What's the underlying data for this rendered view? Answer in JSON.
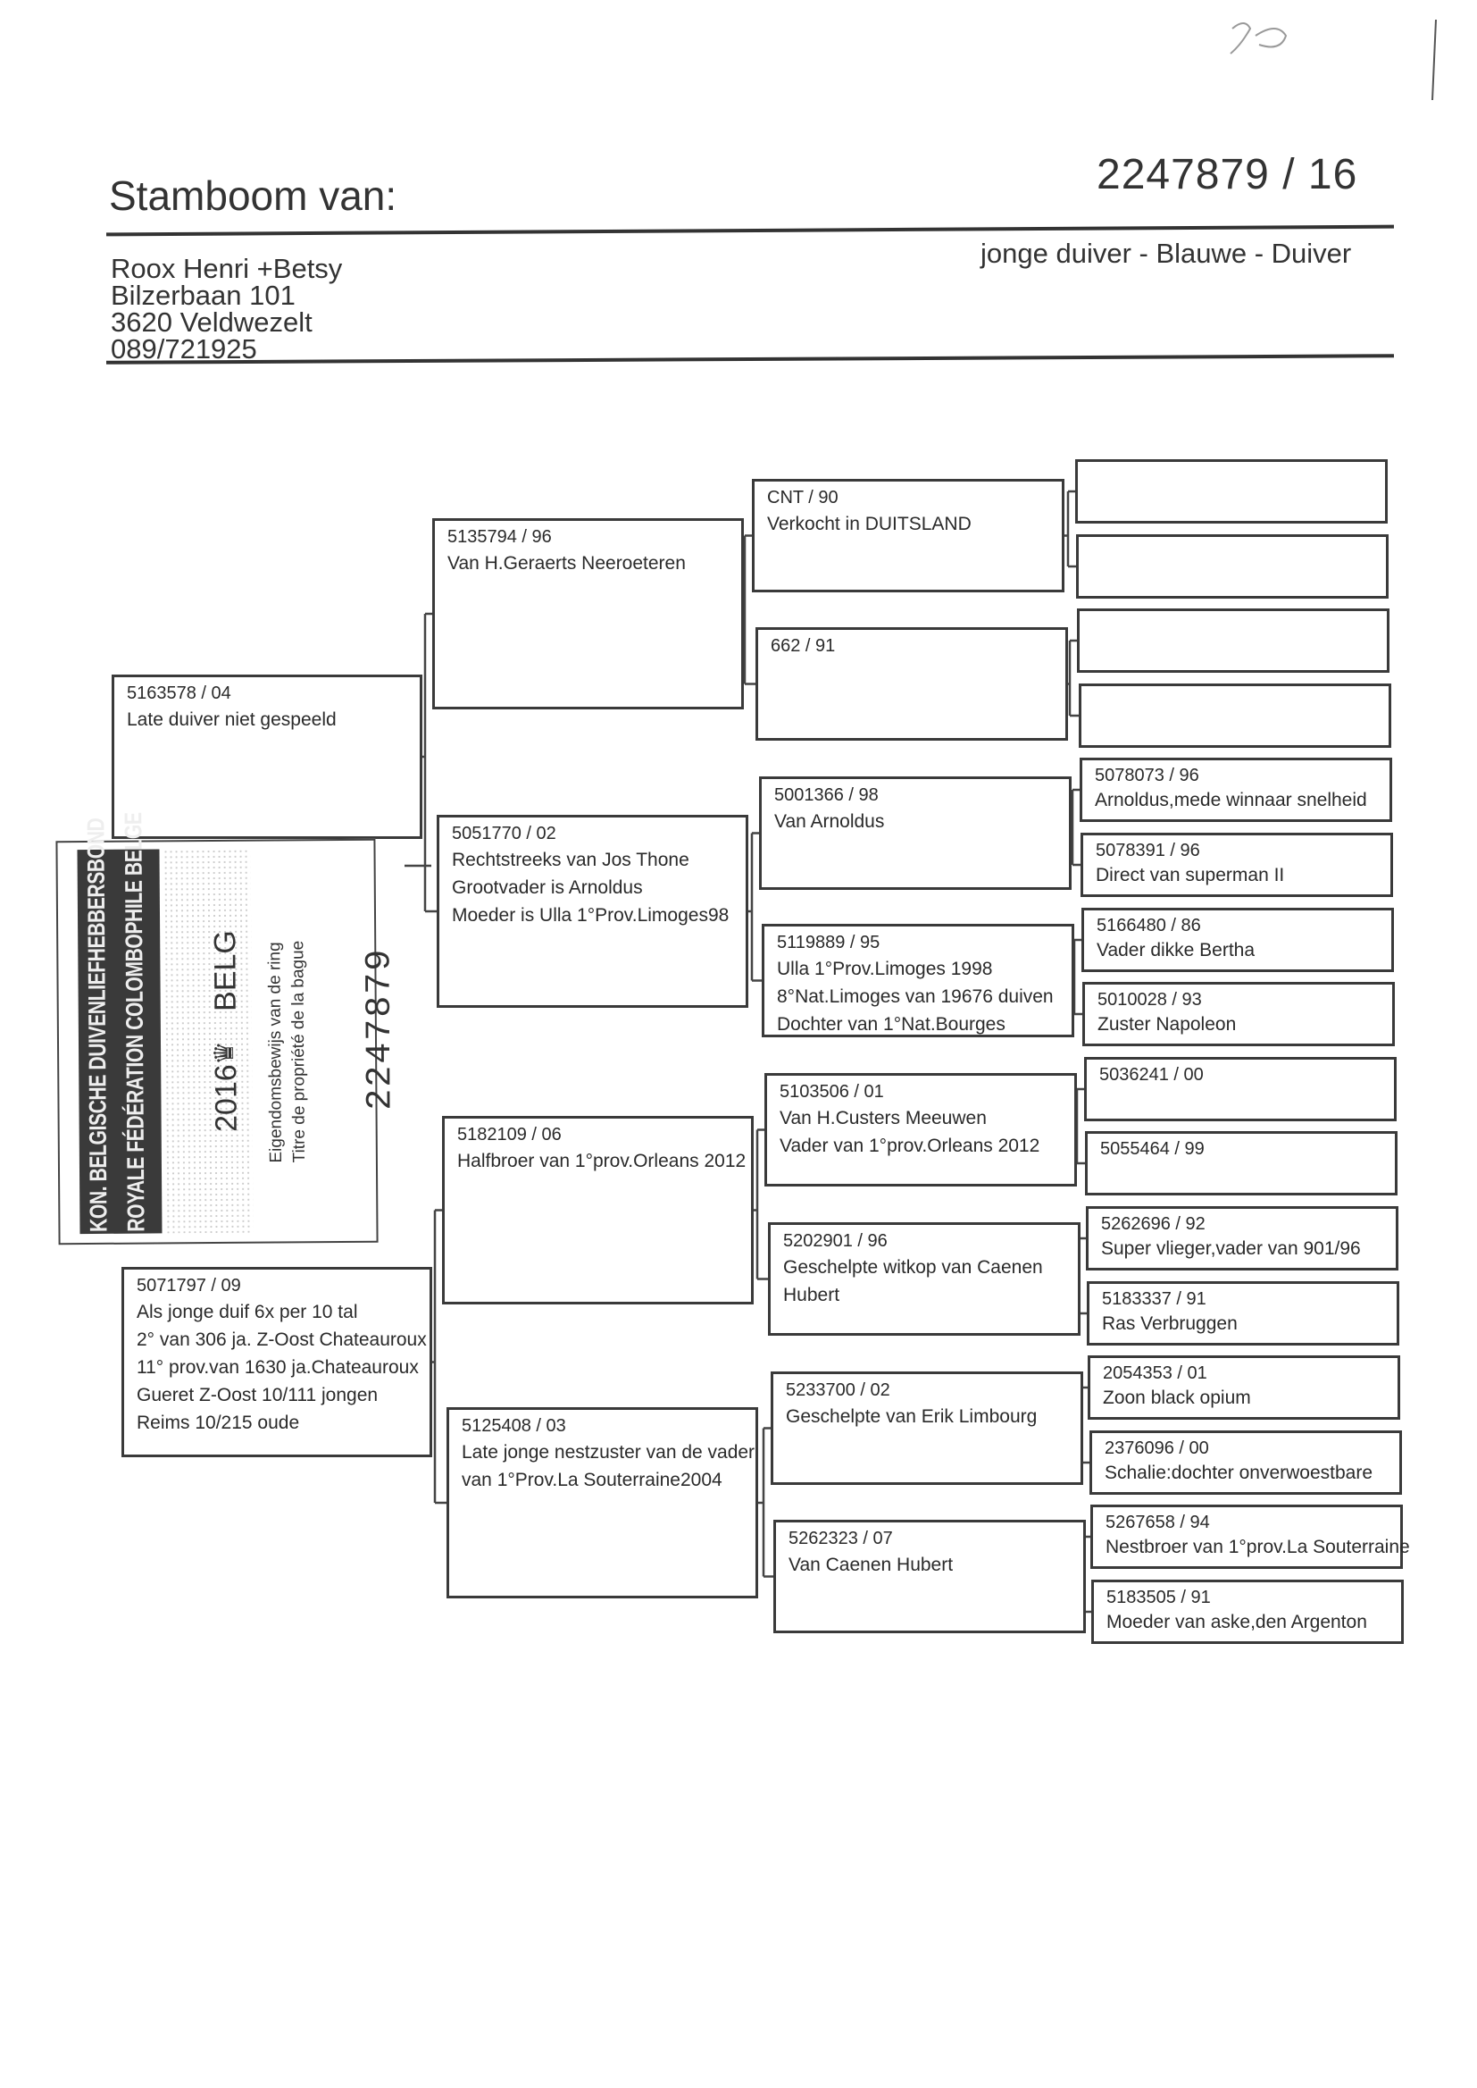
{
  "header": {
    "title": "Stamboom van:",
    "ring_number": "2247879 / 16",
    "description": "jonge duiver - Blauwe - Duiver"
  },
  "owner": {
    "lines": [
      "Roox Henri +Betsy",
      "Bilzerbaan 101",
      "3620 Veldwezelt",
      "089/721925"
    ]
  },
  "ring_card": {
    "federation_nl": "KON. BELGISCHE DUIVENLIEFHEBBERSBOND",
    "federation_fr": "ROYALE FÉDÉRATION COLOMBOPHILE BELGE",
    "year": "2016",
    "country": "BELG",
    "emblem_icon": "crown-icon",
    "title_nl": "Eigendomsbewijs van de ring",
    "title_fr": "Titre de propriété de la bague",
    "number": "2247879"
  },
  "pedigree": {
    "parents": [
      {
        "ring": "5163578 / 04",
        "lines": [
          "Late duiver niet gespeeld"
        ]
      },
      {
        "ring": "5071797 / 09",
        "lines": [
          "Als jonge duif 6x per 10 tal",
          "2° van 306 ja. Z-Oost Chateauroux",
          "11° prov.van 1630 ja.Chateauroux",
          "Gueret Z-Oost 10/111 jongen",
          "Reims 10/215 oude"
        ]
      }
    ],
    "grandparents": [
      {
        "ring": "5135794 / 96",
        "lines": [
          "Van H.Geraerts Neeroeteren"
        ]
      },
      {
        "ring": "5051770 / 02",
        "lines": [
          "Rechtstreeks van Jos Thone",
          "Grootvader is Arnoldus",
          "Moeder is Ulla 1°Prov.Limoges98"
        ]
      },
      {
        "ring": "5182109 / 06",
        "lines": [
          "Halfbroer van 1°prov.Orleans 2012"
        ]
      },
      {
        "ring": "5125408 / 03",
        "lines": [
          "Late jonge nestzuster van de vader",
          "van 1°Prov.La Souterraine2004"
        ]
      }
    ],
    "great_grandparents": [
      {
        "ring": "CNT / 90",
        "lines": [
          "Verkocht in DUITSLAND"
        ]
      },
      {
        "ring": "662 / 91",
        "lines": []
      },
      {
        "ring": "5001366 / 98",
        "lines": [
          "Van Arnoldus"
        ]
      },
      {
        "ring": "5119889 / 95",
        "lines": [
          "Ulla 1°Prov.Limoges 1998",
          "8°Nat.Limoges van 19676 duiven",
          "Dochter van 1°Nat.Bourges"
        ]
      },
      {
        "ring": "5103506 / 01",
        "lines": [
          "Van H.Custers Meeuwen",
          "Vader van 1°prov.Orleans 2012"
        ]
      },
      {
        "ring": "5202901 / 96",
        "lines": [
          "Geschelpte witkop van Caenen",
          "Hubert"
        ]
      },
      {
        "ring": "5233700 / 02",
        "lines": [
          "Geschelpte van Erik Limbourg"
        ]
      },
      {
        "ring": "5262323 / 07",
        "lines": [
          "Van Caenen Hubert"
        ]
      }
    ],
    "great_great_grandparents": [
      {
        "ring": "",
        "lines": []
      },
      {
        "ring": "",
        "lines": []
      },
      {
        "ring": "",
        "lines": []
      },
      {
        "ring": "",
        "lines": []
      },
      {
        "ring": "5078073 / 96",
        "lines": [
          "Arnoldus,mede winnaar snelheid"
        ]
      },
      {
        "ring": "5078391 / 96",
        "lines": [
          "Direct van superman II"
        ]
      },
      {
        "ring": "5166480 / 86",
        "lines": [
          "Vader dikke Bertha"
        ]
      },
      {
        "ring": "5010028 / 93",
        "lines": [
          "Zuster Napoleon"
        ]
      },
      {
        "ring": "5036241 / 00",
        "lines": []
      },
      {
        "ring": "5055464 / 99",
        "lines": []
      },
      {
        "ring": "5262696 / 92",
        "lines": [
          "Super vlieger,vader van 901/96"
        ]
      },
      {
        "ring": "5183337 / 91",
        "lines": [
          "Ras Verbruggen"
        ]
      },
      {
        "ring": "2054353 / 01",
        "lines": [
          "Zoon black opium"
        ]
      },
      {
        "ring": "2376096 / 00",
        "lines": [
          "Schalie:dochter onverwoestbare"
        ]
      },
      {
        "ring": "5267658 / 94",
        "lines": [
          "Nestbroer van 1°prov.La Souterraine"
        ]
      },
      {
        "ring": "5183505 / 91",
        "lines": [
          "Moeder van aske,den Argenton"
        ]
      }
    ]
  },
  "colors": {
    "ink": "#2a2a2a",
    "paper": "#ffffff"
  }
}
